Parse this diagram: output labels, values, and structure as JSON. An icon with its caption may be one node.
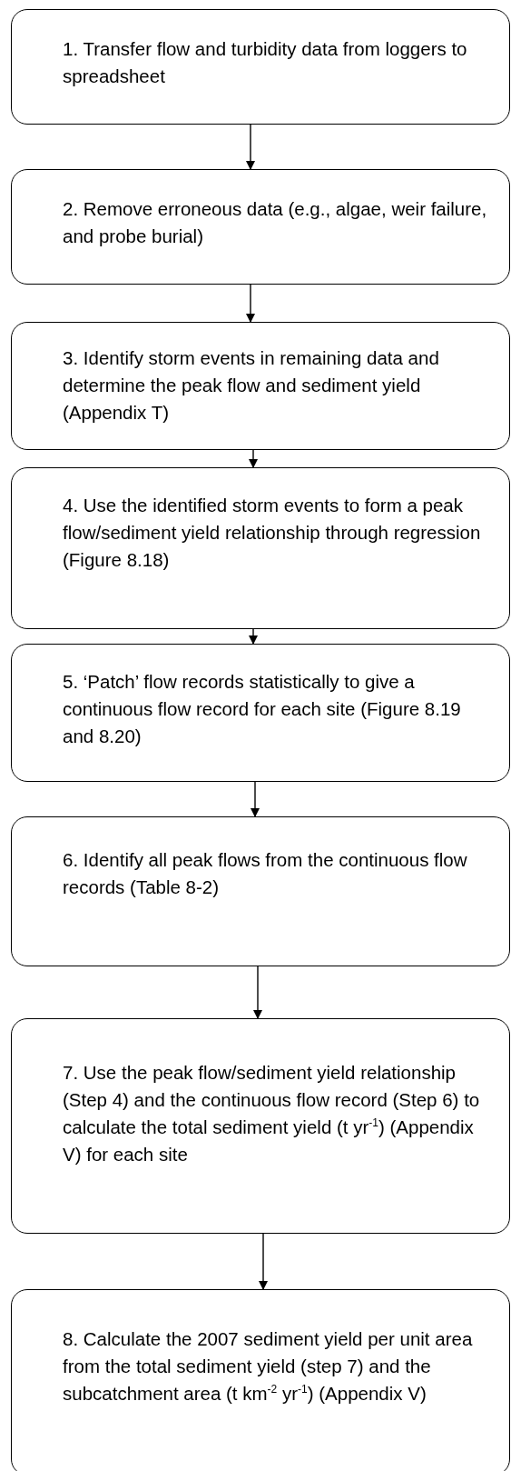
{
  "diagram": {
    "nodes": [
      {
        "text": [
          "1. Transfer flow and turbidity data from loggers to spreadsheet"
        ]
      },
      {
        "text": [
          "2. Remove erroneous data (e.g., algae, weir failure, and probe burial)"
        ]
      },
      {
        "text": [
          "3. Identify storm events in remaining data and determine the peak flow and sediment yield (Appendix T)"
        ]
      },
      {
        "text": [
          "4. Use the identified storm events to form a peak flow/sediment yield relationship through regression (Figure 8.18)"
        ]
      },
      {
        "text": [
          "5. ‘Patch’ flow records statistically to give a continuous flow record for each site (Figure 8.19 and 8.20)"
        ]
      },
      {
        "text": [
          "6. Identify all peak flows from the continuous flow records (Table 8-2)"
        ]
      },
      {
        "text": [
          "7. Use the peak flow/sediment yield relationship (Step 4) and the continuous flow record (Step 6) to calculate the total sediment yield (t yr$^{-1}$) (Appendix V) for each site"
        ]
      },
      {
        "text": [
          "8. Calculate the 2007 sediment yield per unit area from the total sediment yield (step 7) and the subcatchment area (t km$^{-2}$ yr$^{-1}$) (Appendix V)"
        ]
      }
    ],
    "edges": [
      {
        "from": 0,
        "to": 1,
        "arrow": "to"
      },
      {
        "from": 1,
        "to": 2,
        "arrow": "to"
      },
      {
        "from": 2,
        "to": 3,
        "arrow": "to"
      },
      {
        "from": 3,
        "to": 4,
        "arrow": "to"
      },
      {
        "from": 4,
        "to": 5,
        "arrow": "to"
      },
      {
        "from": 5,
        "to": 6,
        "arrow": "to"
      },
      {
        "from": 6,
        "to": 7,
        "arrow": "to"
      }
    ]
  }
}
